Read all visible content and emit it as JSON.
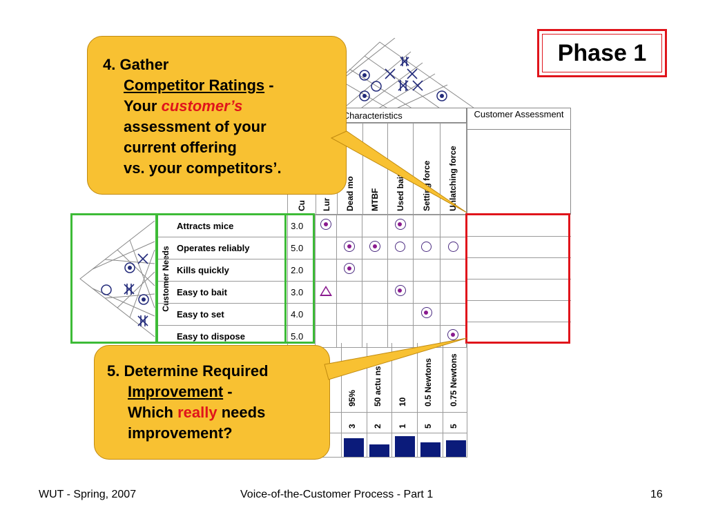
{
  "phase_label": "Phase 1",
  "matrix": {
    "product_characteristics_header": "ct Characteristics",
    "customer_assessment_header": "Customer Assessment",
    "column_labels": [
      "Cu",
      "Lur",
      "Dead mo",
      "MTBF",
      "Used baits",
      "Setting force",
      "Unlatching force"
    ],
    "customer_needs_label": "Customer Needs",
    "needs": [
      {
        "name": "Attracts mice",
        "importance": "3.0"
      },
      {
        "name": "Operates reliably",
        "importance": "5.0"
      },
      {
        "name": "Kills quickly",
        "importance": "2.0"
      },
      {
        "name": "Easy to bait",
        "importance": "3.0"
      },
      {
        "name": "Easy to set",
        "importance": "4.0"
      },
      {
        "name": "Easy to dispose",
        "importance": "5.0"
      }
    ],
    "targets": [
      "95%",
      "50 actu ns",
      "10",
      "0.5 Newtons",
      "0.75 Newtons"
    ],
    "ranks": [
      "3",
      "2",
      "1",
      "5",
      "5"
    ],
    "bar_levels": [
      0.9,
      0.6,
      1.0,
      0.7,
      0.8
    ]
  },
  "callout4": {
    "line1": "4. Gather",
    "link": "Competitor Ratings",
    "dash": " -",
    "your": "Your ",
    "customers": "customer’s",
    "line3": "assessment of your",
    "line4": "current offering",
    "line5": "vs. your competitors’."
  },
  "callout5": {
    "line1": "5. Determine Required",
    "link": "Improvement",
    "dash": " -",
    "which": "Which ",
    "really": "really",
    "needs": " needs",
    "line4": "improvement?"
  },
  "footer": {
    "left": "WUT - Spring, 2007",
    "center": "Voice-of-the-Customer Process - Part 1",
    "page": "16"
  },
  "colors": {
    "callout": "#f8c132",
    "highlight_red": "#e0141b",
    "highlight_green": "#3dbb37",
    "bar": "#0b1b7a"
  }
}
